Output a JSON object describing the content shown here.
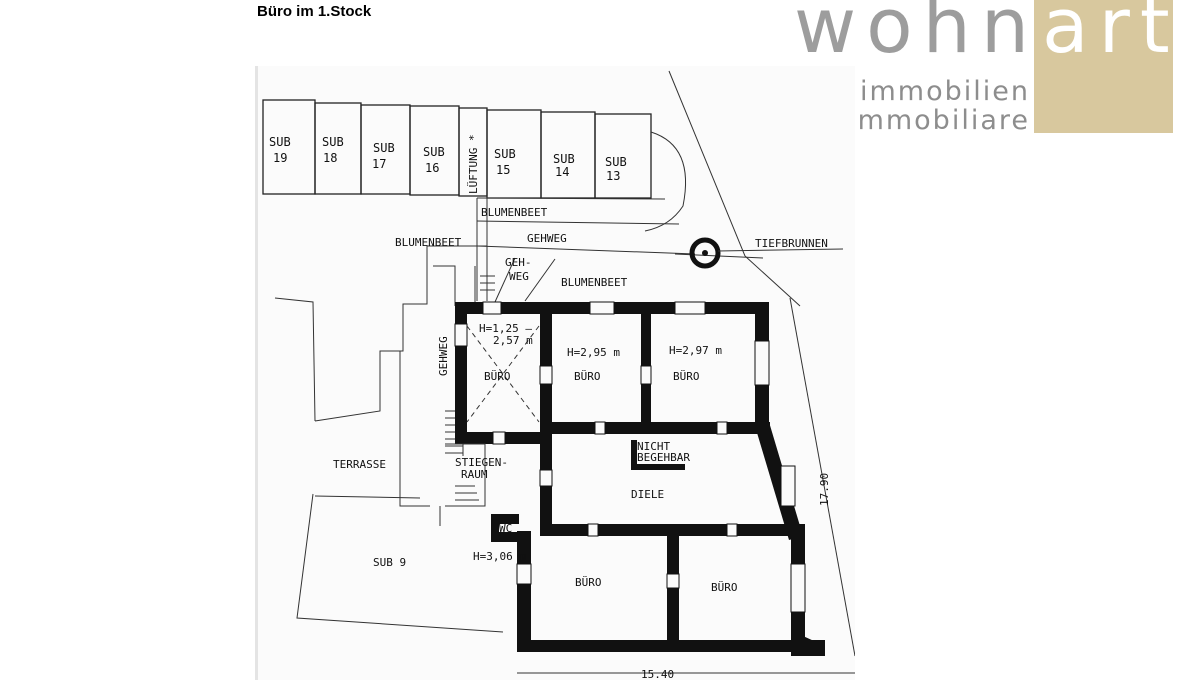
{
  "heading": "Büro im 1.Stock",
  "logo": {
    "word_part1": "wohn",
    "word_part2": "art",
    "line1": "immobilien",
    "line2": "immobiliare",
    "colors": {
      "wohn": "#9d9d9d",
      "box": "#d8c89e",
      "art": "#ffffff",
      "sub": "#8d8d8d"
    }
  },
  "plan": {
    "parking": [
      {
        "label": "SUB",
        "number": "19"
      },
      {
        "label": "SUB",
        "number": "18"
      },
      {
        "label": "SUB",
        "number": "17"
      },
      {
        "label": "SUB",
        "number": "16"
      },
      {
        "label": "LÜFTUNG *"
      },
      {
        "label": "SUB",
        "number": "15"
      },
      {
        "label": "SUB",
        "number": "14"
      },
      {
        "label": "SUB",
        "number": "13"
      }
    ],
    "outdoor": {
      "blumenbeet_top": "BLUMENBEET",
      "blumenbeet_left": "BLUMENBEET",
      "blumenbeet_mid": "BLUMENBEET",
      "gehweg_main": "GEHWEG",
      "gehweg_short_1": "GEH-",
      "gehweg_short_2": "WEG",
      "gehweg_vertical": "GEHWEG",
      "tiefbrunnen": "TIEFBRUNNEN",
      "terrasse": "TERRASSE",
      "sub9": "SUB 9"
    },
    "rooms": {
      "buero_1_height_1": "H=1,25 –",
      "buero_1_height_2": "2,57 m",
      "buero_1": "BÜRO",
      "buero_2_height": "H=2,95 m",
      "buero_2": "BÜRO",
      "buero_3_height": "H=2,97 m",
      "buero_3": "BÜRO",
      "nicht_1": "NICHT",
      "nicht_2": "BEGEHBAR",
      "stiegen_1": "STIEGEN-",
      "stiegen_2": "RAUM",
      "diele": "DIELE",
      "wc": "WC",
      "wc_height": "H=3,06 m",
      "buero_4": "BÜRO",
      "buero_5": "BÜRO"
    },
    "dimensions": {
      "width": "15.40",
      "depth": "17.90"
    }
  }
}
